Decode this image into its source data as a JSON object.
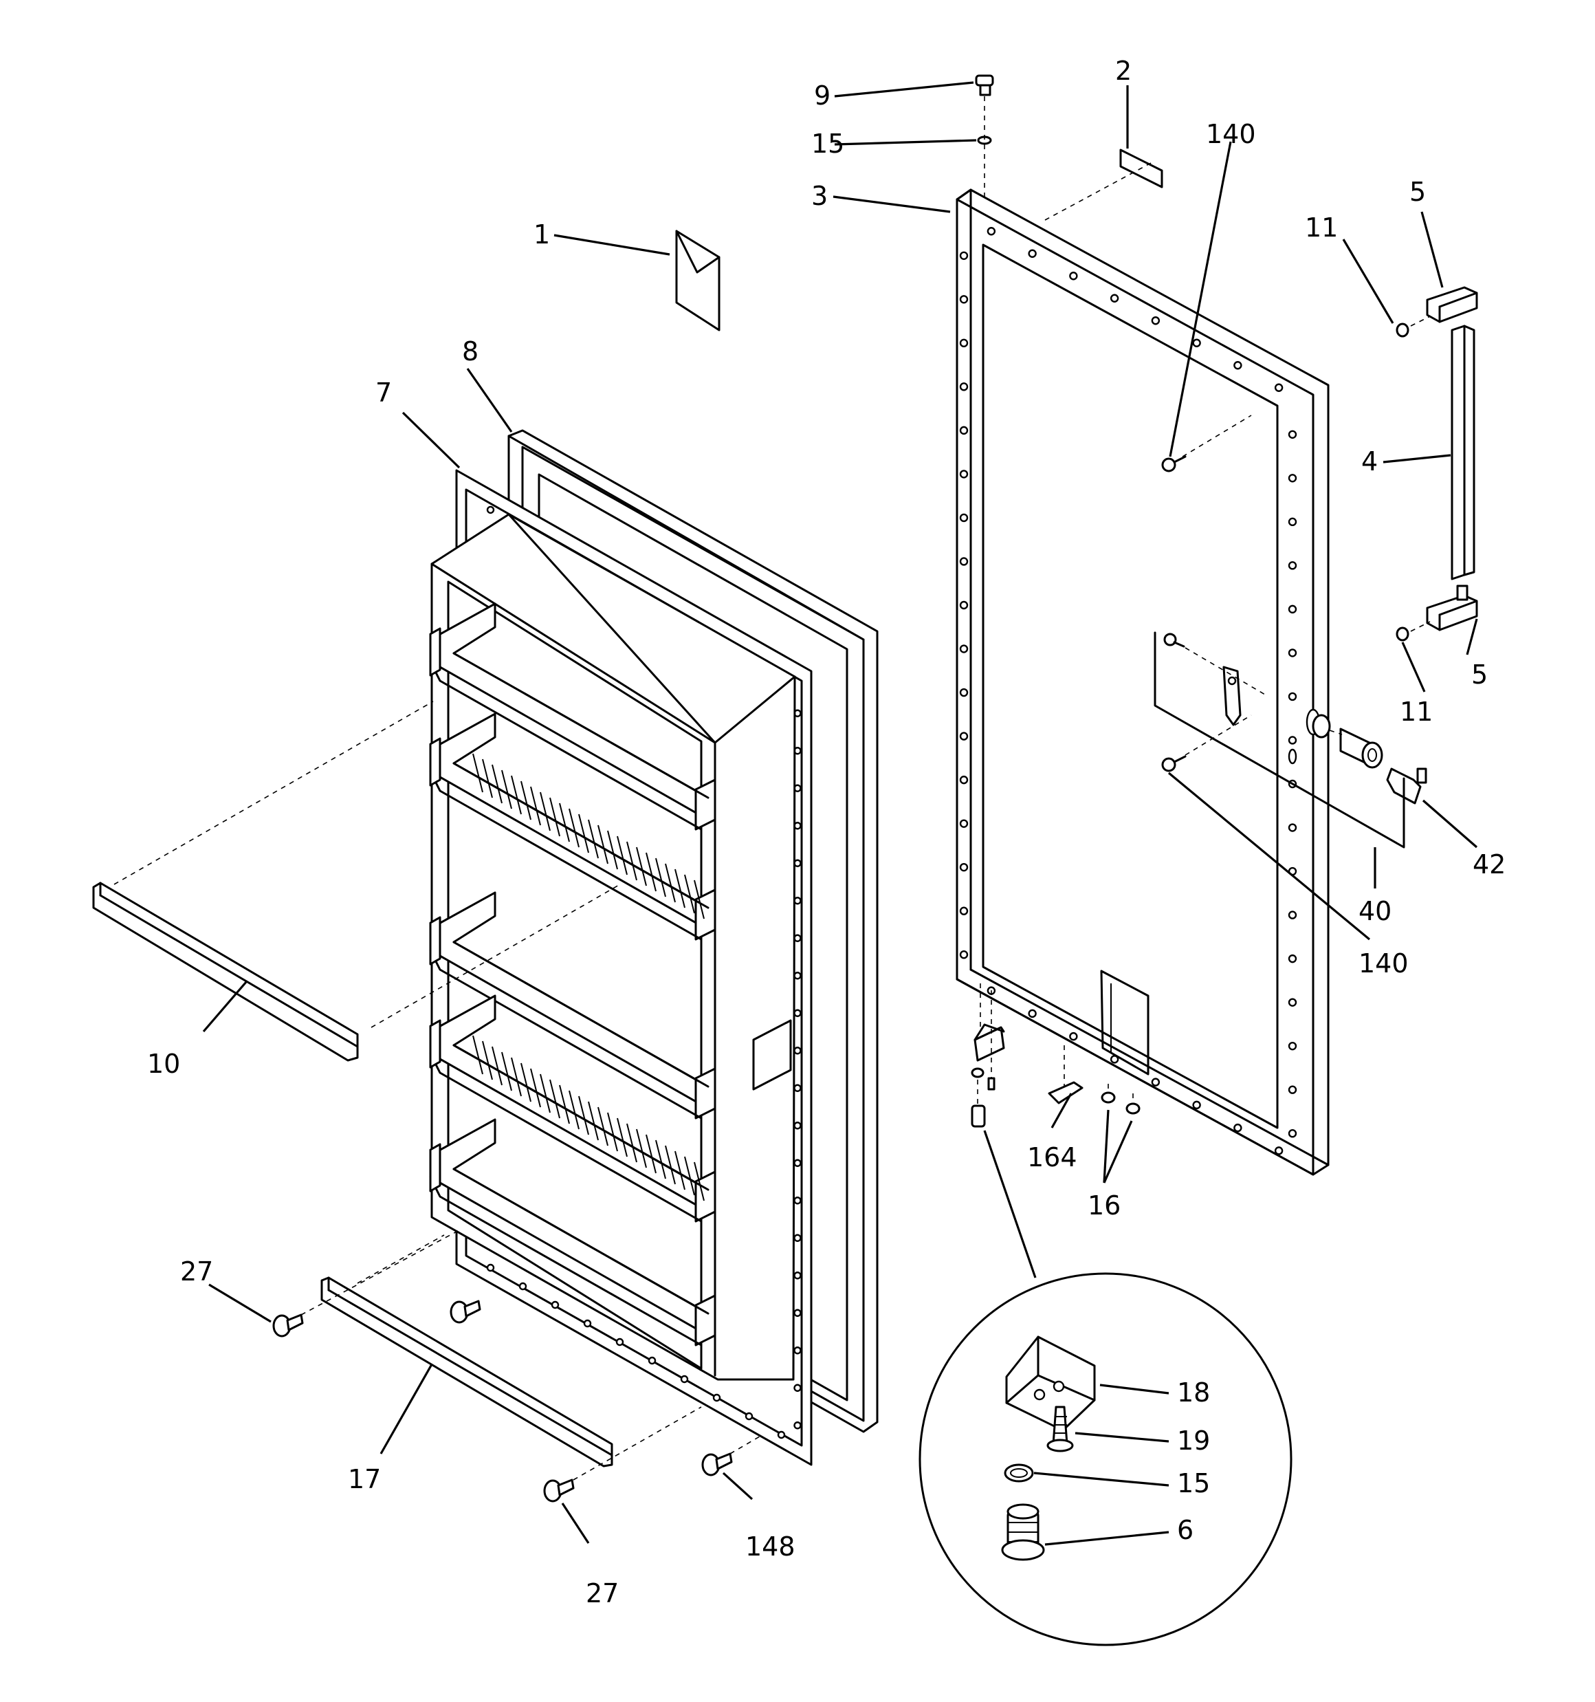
{
  "callouts": {
    "c1": "1",
    "c2": "2",
    "c3": "3",
    "c4": "4",
    "c5a": "5",
    "c5b": "5",
    "c6": "6",
    "c7": "7",
    "c8": "8",
    "c9": "9",
    "c10": "10",
    "c11a": "11",
    "c11b": "11",
    "c15a": "15",
    "c15b": "15",
    "c16": "16",
    "c17": "17",
    "c18": "18",
    "c19": "19",
    "c27a": "27",
    "c27b": "27",
    "c40": "40",
    "c42": "42",
    "c140a": "140",
    "c140b": "140",
    "c148": "148",
    "c164": "164"
  },
  "icons": {
    "door_panel": "outer-door-panel-icon",
    "inner_liner": "door-liner-icon",
    "gasket": "door-gasket-icon",
    "handle": "handle-bar-icon",
    "lock": "lock-cylinder-icon",
    "hinge_detail": "hinge-detail-magnifier-icon"
  }
}
